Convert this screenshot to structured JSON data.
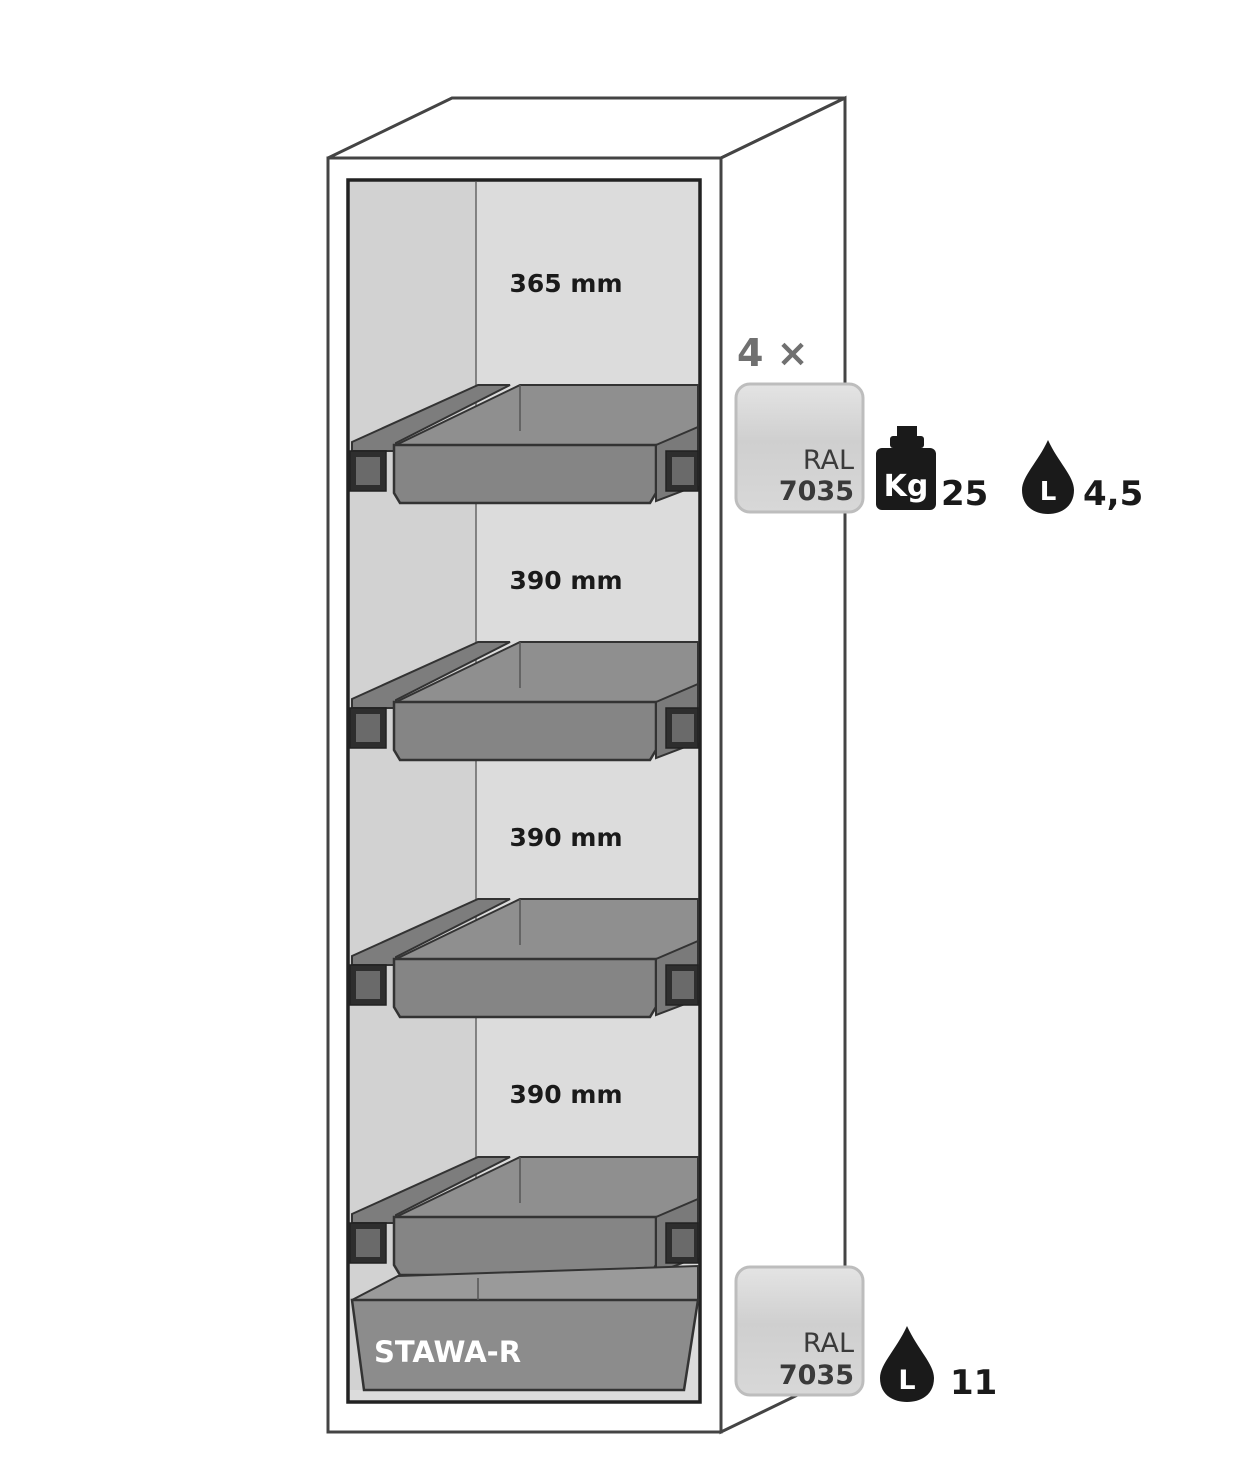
{
  "cabinet": {
    "compartments": [
      {
        "height_label": "365 mm"
      },
      {
        "height_label": "390 mm"
      },
      {
        "height_label": "390 mm"
      },
      {
        "height_label": "390 mm"
      }
    ],
    "bottom_sump_label": "STAWA-R"
  },
  "shelf_tray_spec": {
    "quantity": "4 ×",
    "color_label": "RAL",
    "color_code": "7035",
    "load_icon": "weight-kg-icon",
    "load_icon_text": "Kg",
    "load_value": "25",
    "volume_icon": "liquid-drop-litre-icon",
    "volume_icon_text": "L",
    "volume_value": "4,5"
  },
  "bottom_sump_spec": {
    "color_label": "RAL",
    "color_code": "7035",
    "volume_icon": "liquid-drop-litre-icon",
    "volume_icon_text": "L",
    "volume_value": "11"
  },
  "colors": {
    "outline": "#333333",
    "cabinet_body": "#ffffff",
    "interior_back": "#dcdcdc",
    "interior_side": "#d0d0d0",
    "tray": "#8a8a8a",
    "tray_dark": "#6e6e6e",
    "rail": "#3a3a3a",
    "swatch": "#d3d3d3",
    "icon": "#1a1a1a"
  }
}
